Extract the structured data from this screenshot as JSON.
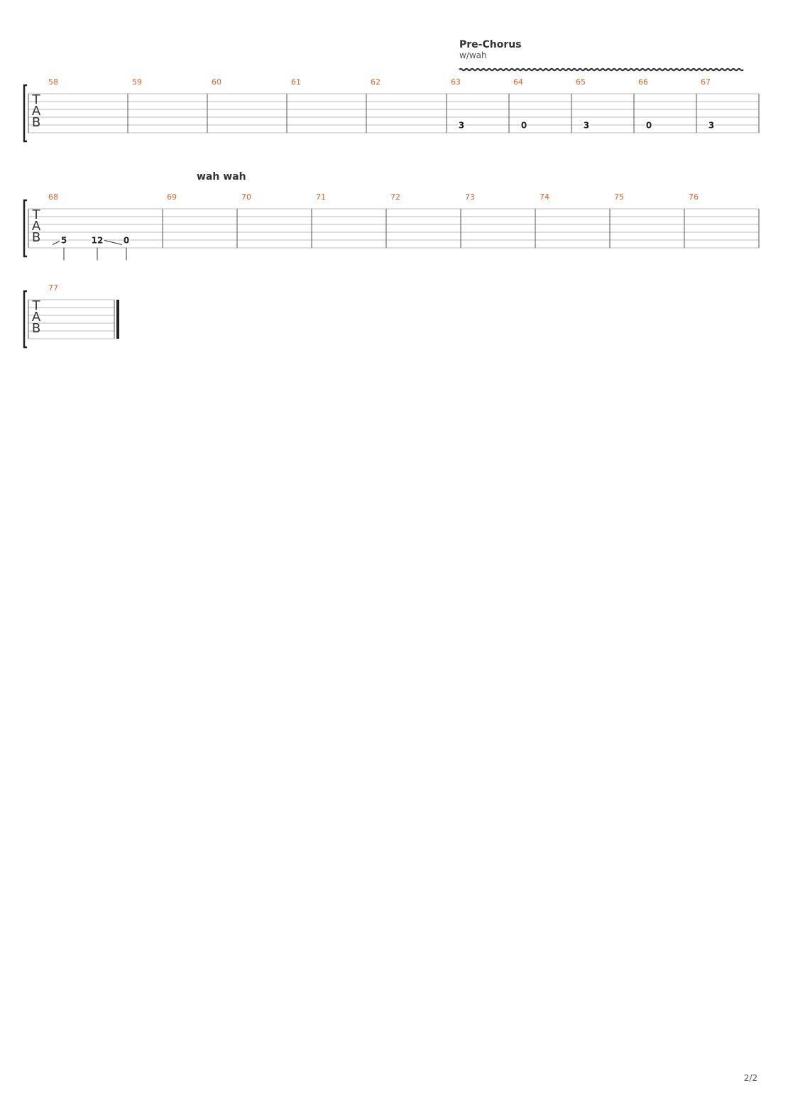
{
  "page_number": "2/2",
  "tab_clef": [
    "T",
    "A",
    "B"
  ],
  "section": {
    "name": "Pre-Chorus",
    "instruction": "w/wah",
    "vibrato_from_bar": "63",
    "vibrato_to_bar": "67"
  },
  "systems": [
    {
      "bars": [
        {
          "number": "58",
          "notes": []
        },
        {
          "number": "59",
          "notes": []
        },
        {
          "number": "60",
          "notes": []
        },
        {
          "number": "61",
          "notes": []
        },
        {
          "number": "62",
          "notes": []
        },
        {
          "number": "63",
          "notes": [
            {
              "string": 5,
              "fret": "3"
            }
          ]
        },
        {
          "number": "64",
          "notes": [
            {
              "string": 5,
              "fret": "0"
            }
          ]
        },
        {
          "number": "65",
          "notes": [
            {
              "string": 5,
              "fret": "3"
            }
          ]
        },
        {
          "number": "66",
          "notes": [
            {
              "string": 5,
              "fret": "0"
            }
          ]
        },
        {
          "number": "67",
          "notes": [
            {
              "string": 5,
              "fret": "3"
            }
          ]
        }
      ]
    },
    {
      "text_above": "wah wah",
      "bars": [
        {
          "number": "68",
          "notes": [
            {
              "string": 5,
              "fret": "5",
              "slide_in": true,
              "stem": true
            },
            {
              "string": 5,
              "fret": "12",
              "stem": true
            },
            {
              "string": 5,
              "fret": "0",
              "slide_in": true,
              "stem": true
            }
          ]
        },
        {
          "number": "69",
          "notes": []
        },
        {
          "number": "70",
          "notes": []
        },
        {
          "number": "71",
          "notes": []
        },
        {
          "number": "72",
          "notes": []
        },
        {
          "number": "73",
          "notes": []
        },
        {
          "number": "74",
          "notes": []
        },
        {
          "number": "75",
          "notes": []
        },
        {
          "number": "76",
          "notes": []
        }
      ]
    },
    {
      "bars": [
        {
          "number": "77",
          "notes": [],
          "final": true
        }
      ]
    }
  ]
}
